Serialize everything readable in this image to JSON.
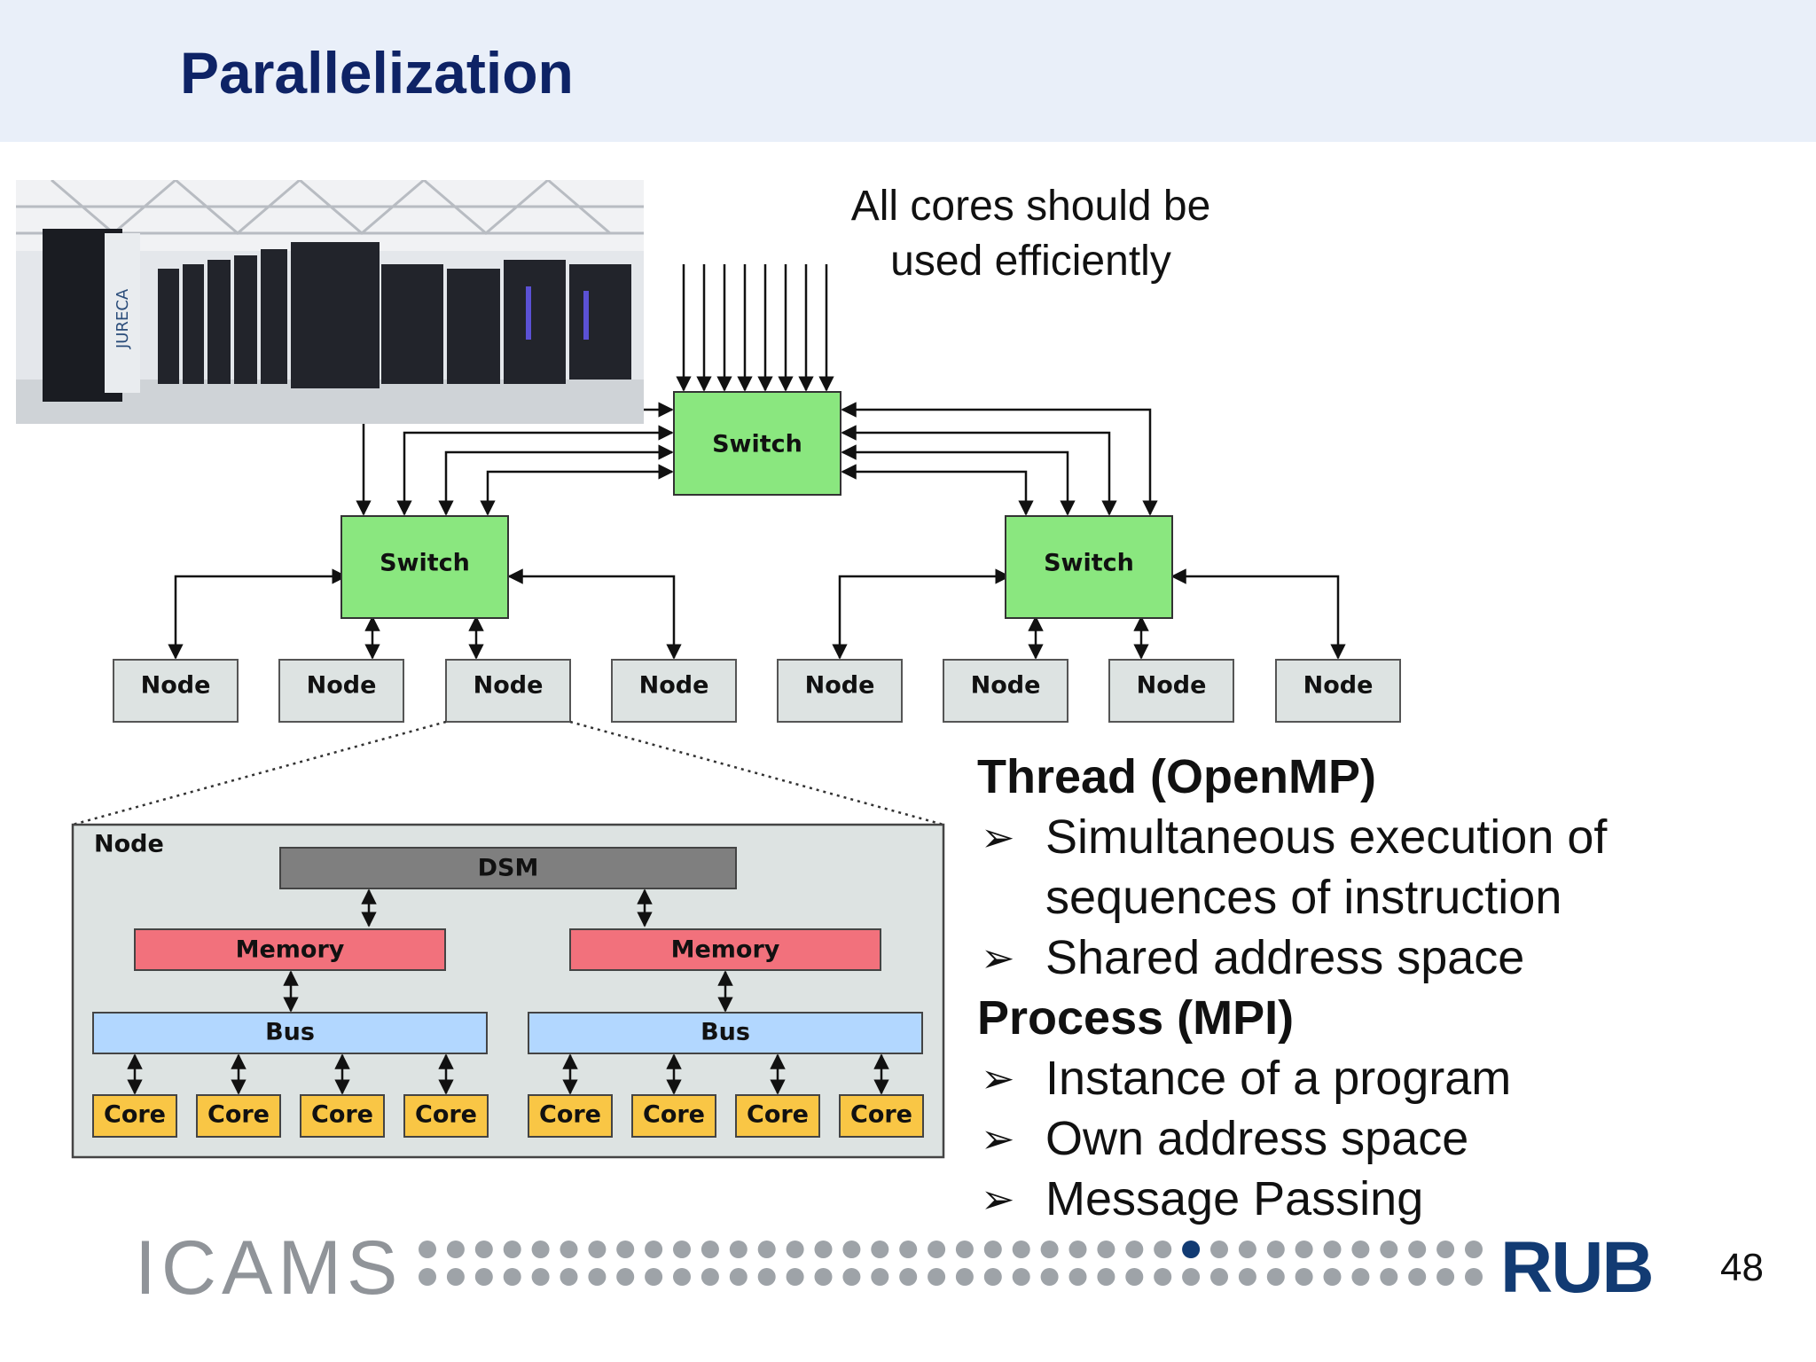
{
  "slide": {
    "title": "Parallelization",
    "caption_lines": [
      "All cores should be",
      "used efficiently"
    ],
    "page_number": "48"
  },
  "photo": {
    "label": "JURECA"
  },
  "diagram": {
    "switch_label": "Switch",
    "node_label": "Node",
    "zoom_node_label": "Node",
    "dsm_label": "DSM",
    "memory_label": "Memory",
    "bus_label": "Bus",
    "core_label": "Core",
    "colors": {
      "switch": "#8ae77f",
      "node": "#dde3e2",
      "dsm": "#7f7f7f",
      "memory": "#f2717c",
      "bus": "#b2d7ff",
      "core": "#f9c645"
    }
  },
  "content": {
    "thread_heading": "Thread (OpenMP)",
    "thread_bullets": [
      "Simultaneous execution of sequences of instruction",
      "Shared address space"
    ],
    "process_heading": "Process (MPI)",
    "process_bullets": [
      "Instance of a program",
      "Own address space",
      "Message Passing"
    ],
    "bullet_symbol": "➢"
  },
  "footer": {
    "logo_text": "ICAMS",
    "university_logo": "RUB",
    "progress_dots_total": 38,
    "progress_dots_active": 27
  }
}
